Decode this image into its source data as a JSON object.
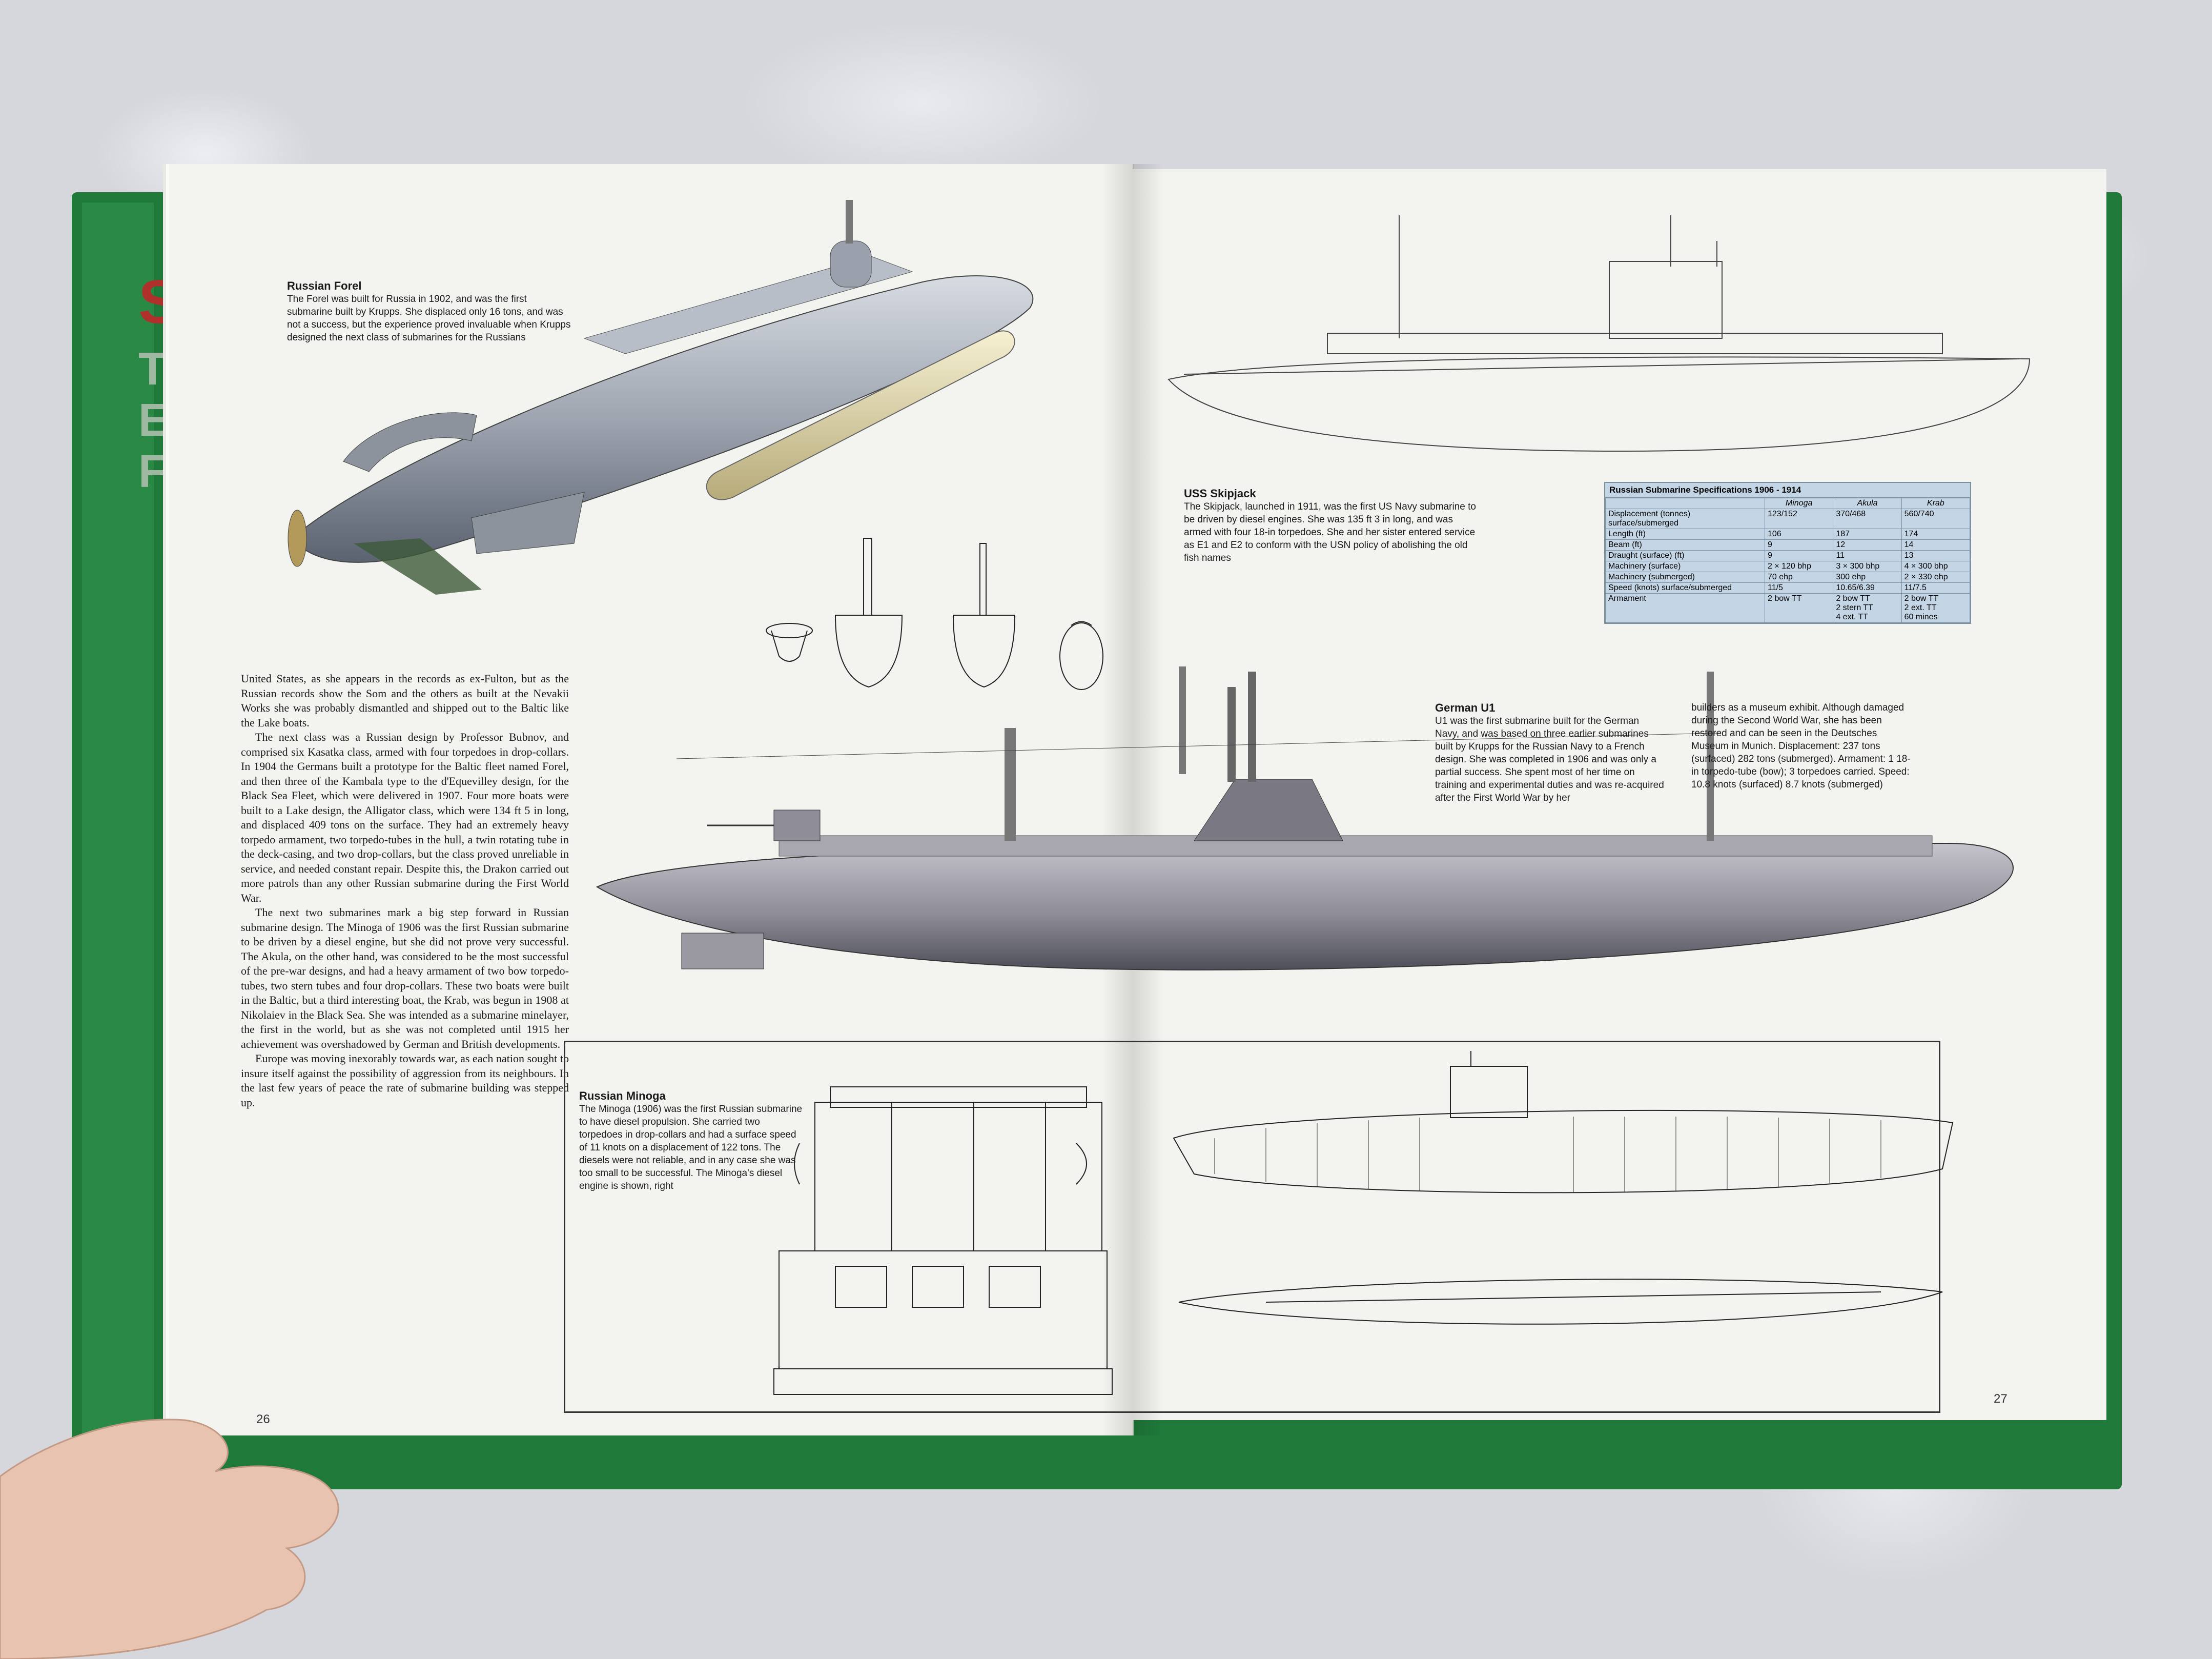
{
  "left_page": {
    "forel_caption": {
      "title": "Russian Forel",
      "body": "The Forel was built for Russia in 1902, and was the first submarine built by Krupps. She displaced only 16 tons, and was not a success, but the experience proved invaluable when Krupps designed the next class of submarines for the Russians"
    },
    "body_text": [
      "United States, as she appears in the records as ex-Fulton, but as the Russian records show the Som and the others as built at the Nevakii Works she was probably dismantled and shipped out to the Baltic like the Lake boats.",
      "The next class was a Russian design by Professor Bubnov, and comprised six Kasatka class, armed with four torpedoes in drop-collars. In 1904 the Germans built a prototype for the Baltic fleet named Forel, and then three of the Kambala type to the d'Equevilley design, for the Black Sea Fleet, which were delivered in 1907. Four more boats were built to a Lake design, the Alligator class, which were 134 ft 5 in long, and displaced 409 tons on the surface. They had an extremely heavy torpedo armament, two torpedo-tubes in the hull, a twin rotating tube in the deck-casing, and two drop-collars, but the class proved unreliable in service, and needed constant repair. Despite this, the Drakon carried out more patrols than any other Russian submarine during the First World War.",
      "The next two submarines mark a big step forward in Russian submarine design. The Minoga of 1906 was the first Russian submarine to be driven by a diesel engine, but she did not prove very successful. The Akula, on the other hand, was considered to be the most successful of the pre-war designs, and had a heavy armament of two bow torpedo-tubes, two stern tubes and four drop-collars. These two boats were built in the Baltic, but a third interesting boat, the Krab, was begun in 1908 at Nikolaiev in the Black Sea. She was intended as a submarine minelayer, the first in the world, but as she was not completed until 1915 her achievement was overshadowed by German and British developments.",
      "Europe was moving inexorably towards war, as each nation sought to insure itself against the possibility of aggression from its neighbours. In the last few years of peace the rate of submarine building was stepped up."
    ],
    "page_number": "26"
  },
  "right_page": {
    "skipjack_caption": {
      "title": "USS Skipjack",
      "body": "The Skipjack, launched in 1911, was the first US Navy submarine to be driven by diesel engines. She was 135 ft 3 in long, and was armed with four 18-in torpedoes. She and her sister entered service as E1 and E2 to conform with the USN policy of abolishing the old fish names"
    },
    "u1_caption": {
      "title": "German U1",
      "body_left": "U1 was the first submarine built for the German Navy, and was based on three earlier submarines built by Krupps for the Russian Navy to a French design. She was completed in 1906 and was only a partial success. She spent most of her time on training and experimental duties and was re-acquired after the First World War by her",
      "body_right": "builders as a museum exhibit. Although damaged during the Second World War, she has been restored and can be seen in the Deutsches Museum in Munich. Displacement: 237 tons (surfaced) 282 tons (submerged). Armament: 1 18-in torpedo-tube (bow); 3 torpedoes carried. Speed: 10.8 knots (surfaced) 8.7 knots (submerged)"
    },
    "minoga_caption": {
      "title": "Russian Minoga",
      "body": "The Minoga (1906) was the first Russian submarine to have diesel propulsion. She carried two torpedoes in drop-collars and had a surface speed of 11 knots on a displacement of 122 tons. The diesels were not reliable, and in any case she was too small to be successful. The Minoga's diesel engine is shown, right"
    },
    "spec_table": {
      "title": "Russian Submarine Specifications 1906 - 1914",
      "columns": [
        "",
        "Minoga",
        "Akula",
        "Krab"
      ],
      "rows": [
        [
          "Displacement (tonnes) surface/submerged",
          "123/152",
          "370/468",
          "560/740"
        ],
        [
          "Length (ft)",
          "106",
          "187",
          "174"
        ],
        [
          "Beam (ft)",
          "9",
          "12",
          "14"
        ],
        [
          "Draught (surface) (ft)",
          "9",
          "11",
          "13"
        ],
        [
          "Machinery (surface)",
          "2 × 120 bhp",
          "3 × 300 bhp",
          "4 × 300 bhp"
        ],
        [
          "Machinery (submerged)",
          "70 ehp",
          "300 ehp",
          "2 × 330 ehp"
        ],
        [
          "Speed (knots) surface/submerged",
          "11/5",
          "10.65/6.39",
          "11/7.5"
        ],
        [
          "Armament",
          "2 bow TT",
          "2 bow TT\n2 stern TT\n4 ext. TT",
          "2 bow TT\n2 ext. TT\n60 mines"
        ]
      ]
    },
    "page_number": "27"
  },
  "cover": {
    "spine_letter": "S",
    "ghost_lines": [
      "T",
      "E",
      "F"
    ]
  }
}
